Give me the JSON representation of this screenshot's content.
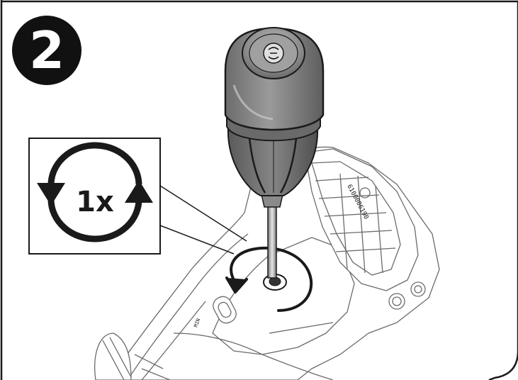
{
  "step": {
    "number": "2"
  },
  "inset": {
    "multiplier": "1x"
  },
  "device": {
    "part_number": "6100006190",
    "side_marking": "MIN"
  },
  "colors": {
    "line": "#1a1a1a",
    "light_line": "#6b6b6b",
    "handle": "#7f7f7f",
    "handle_dark": "#5a5a5a",
    "handle_light": "#a9a9a9",
    "background": "#ffffff"
  },
  "icons": [
    "rotate-cycle-icon",
    "counterclockwise-arrow-icon",
    "screwdriver-icon"
  ]
}
